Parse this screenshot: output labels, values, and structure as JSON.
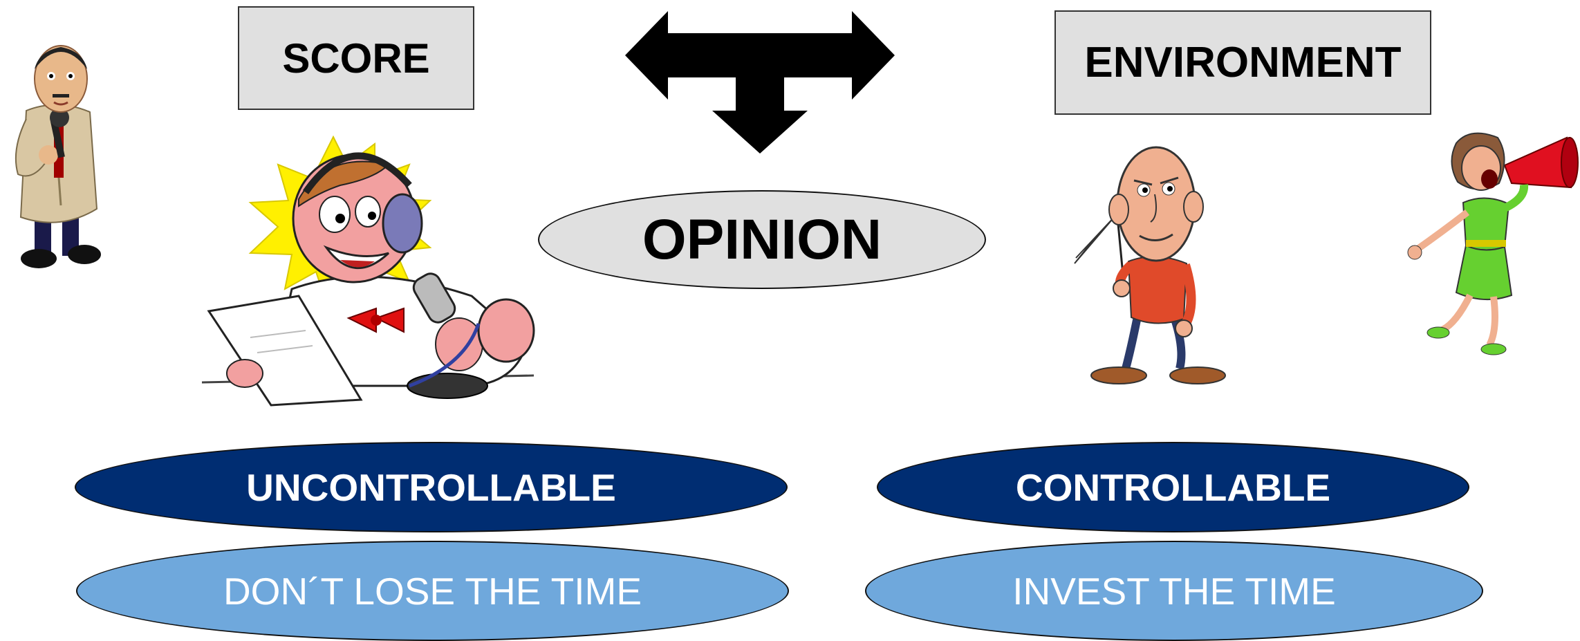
{
  "labels": {
    "score": "SCORE",
    "environment": "ENVIRONMENT",
    "opinion": "OPINION",
    "uncontrollable": "UNCONTROLLABLE",
    "controllable": "CONTROLLABLE",
    "dont_lose_time": "DON´T LOSE THE TIME",
    "invest_time": "INVEST THE TIME"
  },
  "colors": {
    "box_fill": "#e0e0e0",
    "dark_ellipse": "#002d72",
    "light_ellipse": "#6fa8dc",
    "arrow": "#000000"
  },
  "icons": {
    "reporter": "reporter-with-microphone-icon",
    "announcer": "sports-announcer-icon",
    "old_man": "old-man-with-flag-icon",
    "woman": "woman-with-megaphone-icon",
    "arrow": "three-way-arrow-icon"
  }
}
